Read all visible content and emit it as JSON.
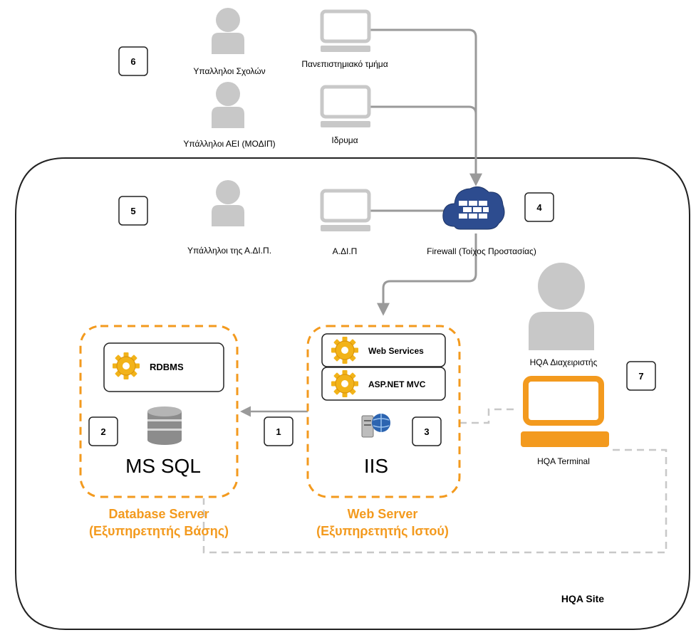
{
  "labels": {
    "school_staff": "Υπαλληλοι Σχολών",
    "university_department": "Πανεπιστημιακό τμήμα",
    "university_staff": "Υπάλληλοι ΑΕΙ (ΜΟΔΙΠ)",
    "foundation": "Ιδρυμα",
    "adip_staff": "Υπάλληλοι της Α.ΔΙ.Π.",
    "adip": "Α.ΔΙ.Π",
    "firewall": "Firewall (Τοίχος Προστασίας)",
    "hqa_admin": "HQA Διαχειριστής",
    "hqa_terminal": "HQA Terminal",
    "rdbms": "RDBMS",
    "ms_sql": "MS SQL",
    "web_services": "Web Services",
    "aspnet_mvc": "ASP.NET MVC",
    "iis": "IIS",
    "db_server_line1": "Database Server",
    "db_server_line2": "(Εξυπηρετητής Βάσης)",
    "web_server_line1": "Web Server",
    "web_server_line2": "(Εξυπηρετητής Ιστού)",
    "site": "HQA Site"
  },
  "badges": {
    "b1": "1",
    "b2": "2",
    "b3": "3",
    "b4": "4",
    "b5": "5",
    "b6": "6",
    "b7": "7"
  },
  "colors": {
    "accent_orange": "#f39a1e",
    "gray_icon": "#c8c8c8",
    "arrow_gray": "#9a9a9a",
    "firewall_blue": "#2d4c8f",
    "gear_yellow": "#f2b319"
  }
}
